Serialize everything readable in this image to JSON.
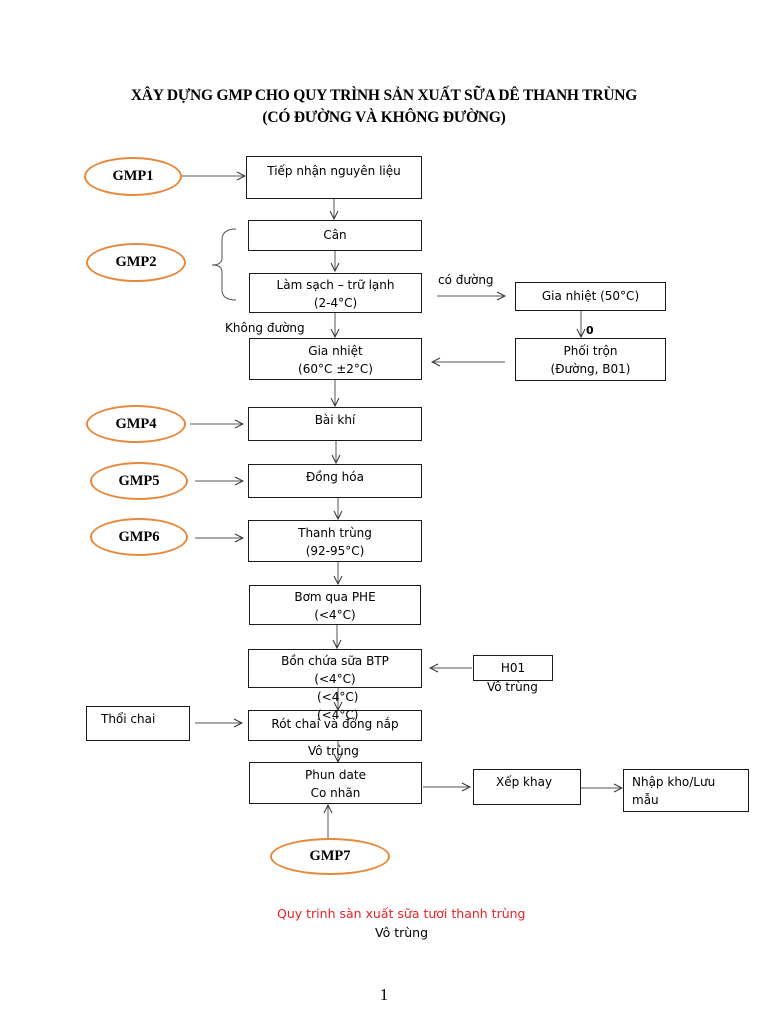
{
  "title": {
    "line1": "XÂY DỰNG GMP CHO QUY TRÌNH SẢN XUẤT SỮA DÊ THANH TRÙNG",
    "line2": "(CÓ ĐƯỜNG VÀ KHÔNG ĐƯỜNG)"
  },
  "gmp": {
    "gmp1": "GMP1",
    "gmp2": "GMP2",
    "gmp4": "GMP4",
    "gmp5": "GMP5",
    "gmp6": "GMP6",
    "gmp7": "GMP7"
  },
  "steps": {
    "tiep_nhan": "Tiếp nhận nguyên liệu",
    "can": "Cân",
    "lam_sach": {
      "line1": "Làm sạch – trữ lạnh",
      "line2": "(2-4°C)"
    },
    "gia_nhiet_main": {
      "line1": "Gia nhiệt",
      "line2": "(60°C ±2°C)"
    },
    "gia_nhiet_50": "Gia nhiệt (50°C)",
    "phoi_tron": {
      "line1": "Phối trộn",
      "line2": "(Đường, B01)"
    },
    "bai_khi": "Bài khí",
    "dong_hoa": "Đồng hóa",
    "thanh_trung": {
      "line1": "Thanh trùng",
      "line2": "(92-95°C)"
    },
    "bom_qua_phe": {
      "line1": "Bơm qua PHE",
      "line2": "(<4°C)"
    },
    "bon_chua": {
      "line1": "Bồn chứa sữa BTP",
      "line2": "(<4°C)"
    },
    "h01": "H01",
    "thoi_chai": "Thổi chai",
    "rot_chai": "Rót chai và đóng nắp",
    "phun_date": {
      "line1": "Phun date",
      "line2": "Co nhãn"
    },
    "xep_khay": "Xếp khay",
    "nhap_kho": {
      "line1": "Nhập kho/Lưu",
      "line2": "mẫu"
    }
  },
  "labels": {
    "co_duong": "có đường",
    "khong_duong": "Không đường",
    "zero": "0",
    "h01_vo_trung": "Vô trùng",
    "temp_overlap_1": "(<4°C)",
    "temp_overlap_2": "(<4°C)",
    "rot_chai_vo_trung": "Vô trùng"
  },
  "caption": {
    "main": "Quy trinh sàn xuất sữa tươi thanh trùng",
    "sub": "Vô trùng"
  },
  "page_number": "1"
}
